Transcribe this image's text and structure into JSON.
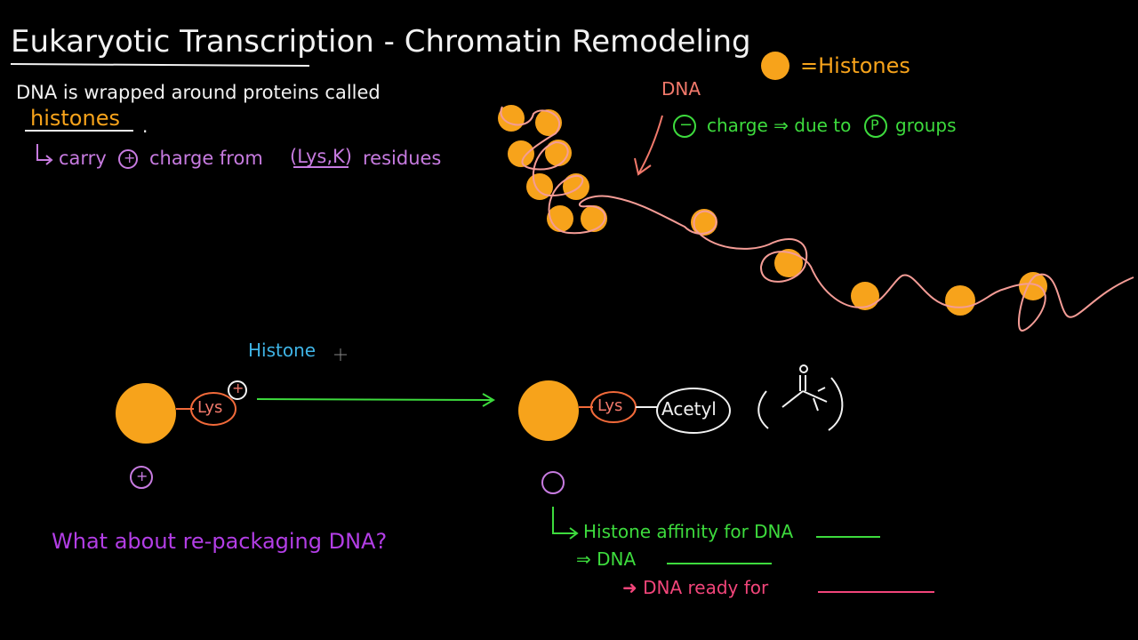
{
  "title": "Eukaryotic Transcription - Chromatin Remodeling",
  "legend": {
    "label": "=Histones"
  },
  "intro": {
    "line1": "DNA is wrapped around proteins called",
    "histones_word": "histones",
    "period": ".",
    "carry_prefix": "carry",
    "carry_suffix": "charge from",
    "lys_label": "(Lys,K)",
    "residues": "residues",
    "plus_sign": "+"
  },
  "dna_diagram": {
    "dna_label": "DNA",
    "charge_note": "charge ⇒ due to",
    "p_label": "P",
    "groups": "groups",
    "minus_sign": "−"
  },
  "reaction": {
    "histone_label": "Histone",
    "lys_left": "Lys",
    "lys_right": "Lys",
    "acetyl": "Acetyl",
    "plus_sign": "+",
    "left_charge": "+"
  },
  "bottom": {
    "question": "What about re-packaging DNA?",
    "affinity": "Histone affinity for DNA",
    "dna_line": "⇒ DNA",
    "ready": "➜ DNA ready for"
  },
  "colors": {
    "histone": "#f7a31b",
    "dna": "#f49c96",
    "green": "#3ddb3d",
    "violet": "#c77be0",
    "pink": "#f2457a",
    "lys": "#f26a3a"
  }
}
